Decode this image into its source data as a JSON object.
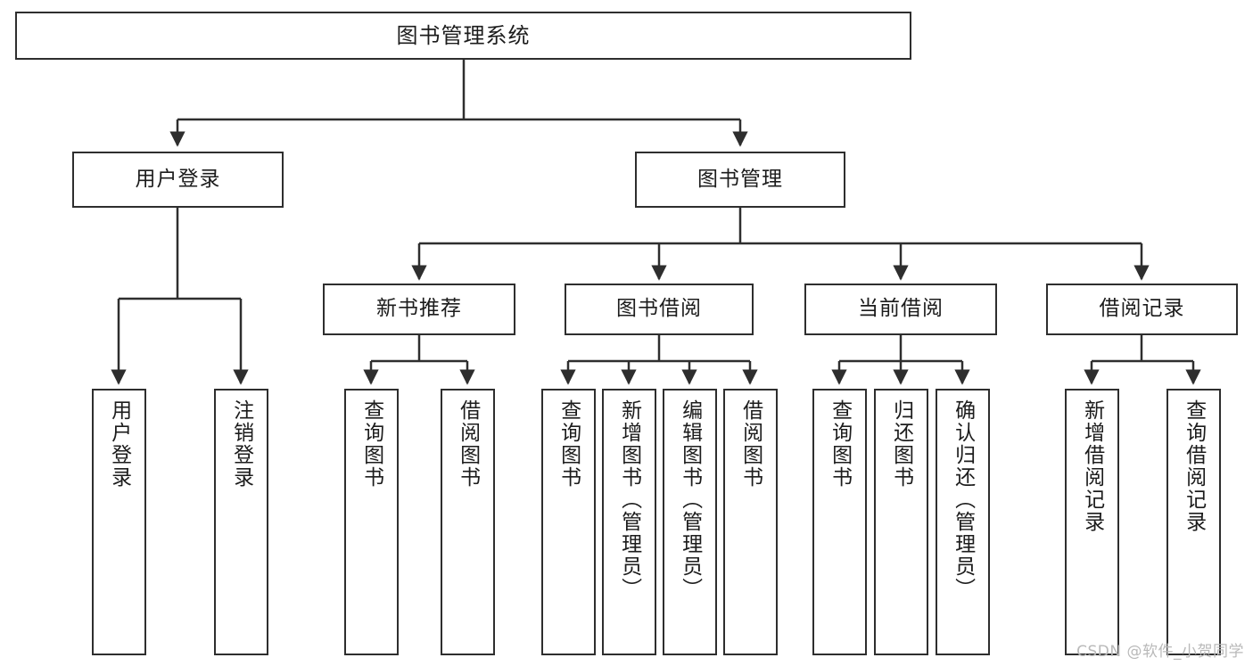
{
  "diagram": {
    "title": "图书管理系统",
    "type": "hierarchy-tree",
    "watermark": "CSDN @软件_小贺同学",
    "stroke_color": "#2e2e2e",
    "fill_color": "#ffffff",
    "text_color": "#1c1c1c",
    "watermark_color": "#b9b9b9"
  },
  "nodes": {
    "root": {
      "label": "图书管理系统"
    },
    "level2": [
      {
        "label": "用户登录"
      },
      {
        "label": "图书管理"
      }
    ],
    "level3": [
      {
        "label": "新书推荐"
      },
      {
        "label": "图书借阅"
      },
      {
        "label": "当前借阅"
      },
      {
        "label": "借阅记录"
      }
    ],
    "leaves": {
      "user_login": [
        {
          "label": "用户登录"
        },
        {
          "label": "注销登录"
        }
      ],
      "new_book_recommend": [
        {
          "label": "查询图书"
        },
        {
          "label": "借阅图书"
        }
      ],
      "book_borrow": [
        {
          "label": "查询图书"
        },
        {
          "label": "新增图书（管理员）"
        },
        {
          "label": "编辑图书（管理员）"
        },
        {
          "label": "借阅图书"
        }
      ],
      "current_borrow": [
        {
          "label": "查询图书"
        },
        {
          "label": "归还图书"
        },
        {
          "label": "确认归还（管理员）"
        }
      ],
      "borrow_record": [
        {
          "label": "新增借阅记录"
        },
        {
          "label": "查询借阅记录"
        }
      ]
    }
  }
}
